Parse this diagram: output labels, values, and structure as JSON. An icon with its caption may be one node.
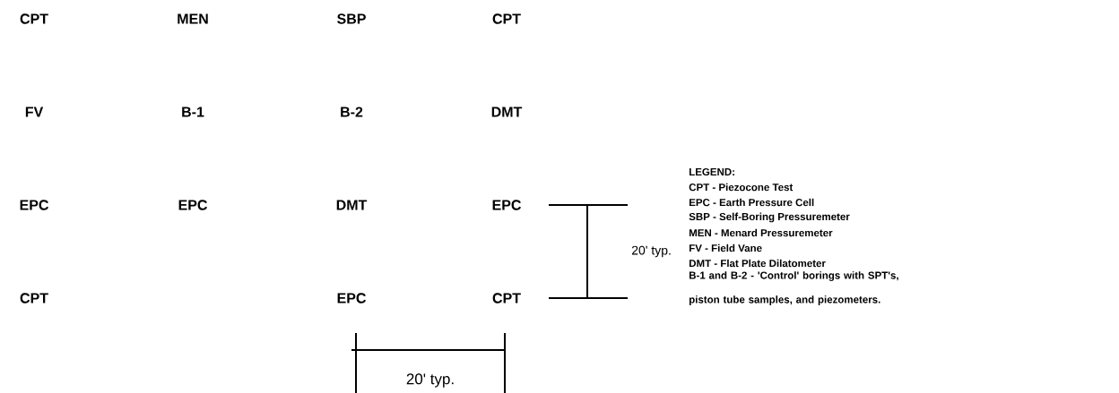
{
  "diagram": {
    "labels": [
      "CPT",
      "MEN",
      "SBP",
      "CPT",
      "FV",
      "B-1",
      "B-2",
      "DMT",
      "EPC",
      "EPC",
      "DMT",
      "EPC",
      "CPT",
      "EPC",
      "CPT",
      "20' typ.",
      "LEGEND:",
      "CPT - Piezocone Test",
      "EPC - Earth Pressure Cell",
      "SBP - Self-Boring Pressuremeter",
      "MEN - Menard Pressuremeter",
      "FV - Field Vane",
      "DMT - Flat Plate Dilatometer",
      "B-1 and B-2 - 'Control' borings with SPT's, piston tube samples, and piezometers.",
      "20' typ."
    ]
  }
}
